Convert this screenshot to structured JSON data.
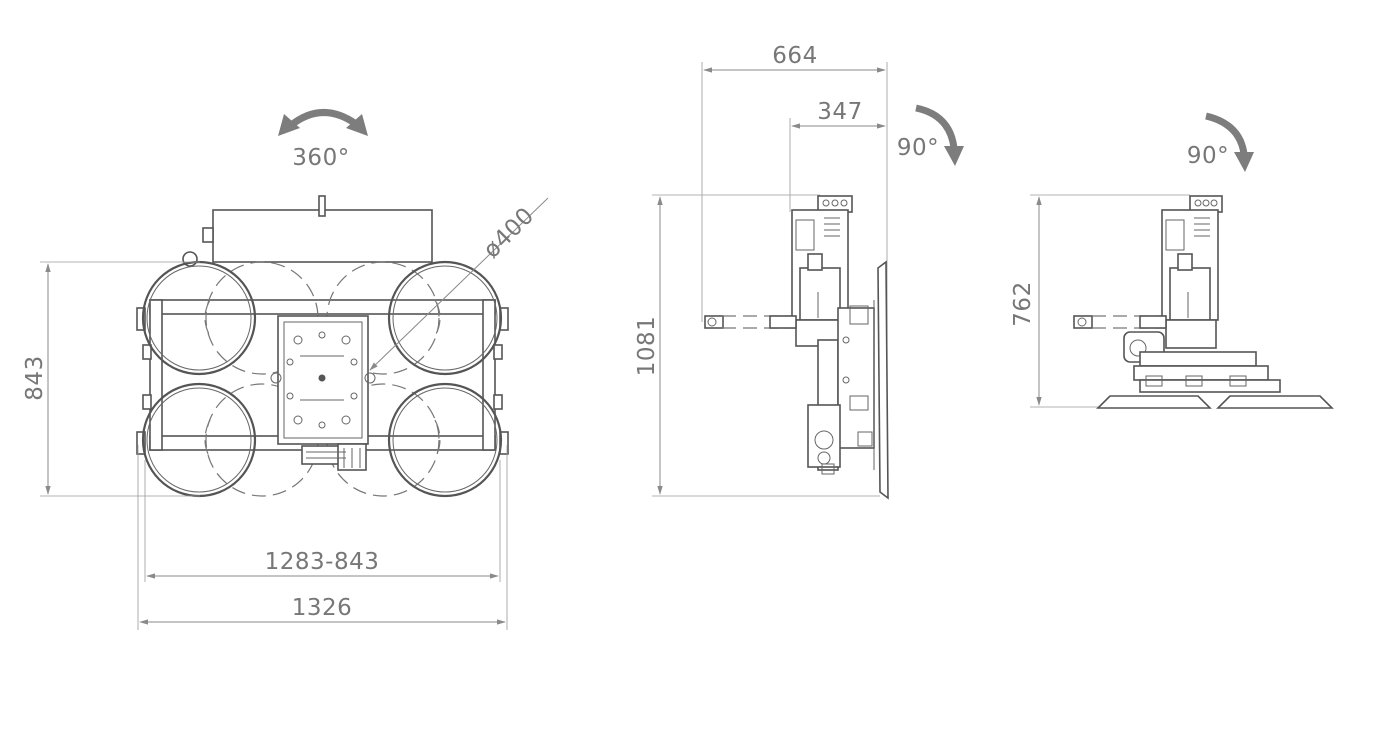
{
  "views": {
    "top": {
      "rotation": "360°",
      "diameter": "ø400",
      "height": "843",
      "width_range": "1283-843",
      "width_total": "1326"
    },
    "side": {
      "rotation": "90°",
      "width_total": "664",
      "width_partial": "347",
      "height": "1081"
    },
    "end": {
      "rotation": "90°",
      "height": "762"
    }
  },
  "colors": {
    "line": "#555555",
    "dimension": "#8a8a8a",
    "arrow": "#7d7d7d"
  }
}
